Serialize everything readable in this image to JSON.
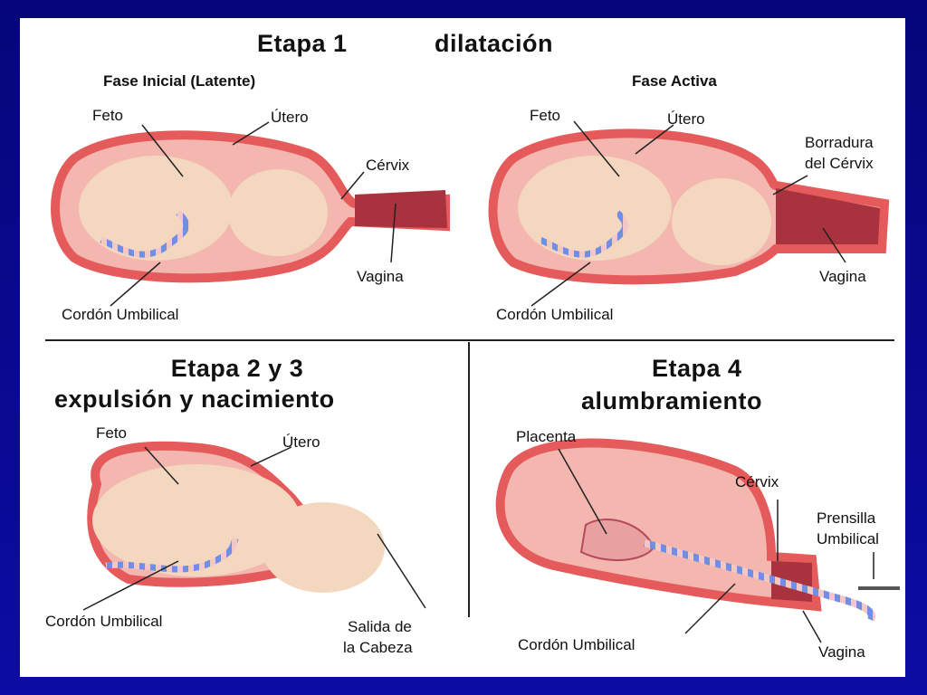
{
  "stage1": {
    "title": "Etapa 1",
    "name": "dilatación",
    "phase_initial": {
      "heading": "Fase Inicial (Latente)",
      "labels": {
        "fetus": "Feto",
        "uterus": "Útero",
        "cervix": "Cérvix",
        "vagina": "Vagina",
        "cord": "Cordón Umbilical"
      }
    },
    "phase_active": {
      "heading": "Fase Activa",
      "labels": {
        "fetus": "Feto",
        "uterus": "Útero",
        "effacement_1": "Borradura",
        "effacement_2": "del Cérvix",
        "vagina": "Vagina",
        "cord": "Cordón Umbilical"
      }
    }
  },
  "stage23": {
    "title": "Etapa 2  y 3",
    "name": "expulsión y nacimiento",
    "labels": {
      "fetus": "Feto",
      "uterus": "Útero",
      "cord": "Cordón Umbilical",
      "head_exit_1": "Salida de",
      "head_exit_2": "la Cabeza"
    }
  },
  "stage4": {
    "title": "Etapa  4",
    "name": "alumbramiento",
    "labels": {
      "placenta": "Placenta",
      "cervix": "Cérvix",
      "clamp_1": "Prensilla",
      "clamp_2": "Umbilical",
      "cord": "Cordón Umbilical",
      "vagina": "Vagina"
    }
  },
  "colors": {
    "background": "#0a0a8c",
    "panel": "#ffffff",
    "uterus_wall": "#e55a5a",
    "uterus_inner": "#f3b7b0",
    "skin": "#f4d7bf",
    "cord_blue": "#6f8ee8",
    "cord_pink": "#f2c7c7"
  }
}
